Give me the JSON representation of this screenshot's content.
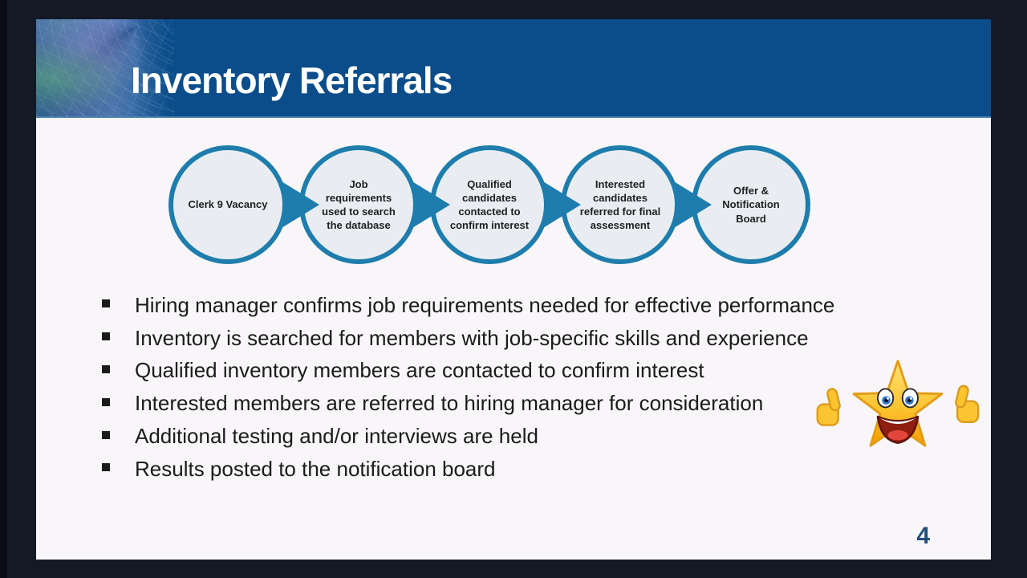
{
  "slide": {
    "title": "Inventory Referrals",
    "page_number": "4"
  },
  "diagram": {
    "steps": [
      {
        "label": "Clerk 9 Vacancy"
      },
      {
        "label": "Job requirements used to search the database"
      },
      {
        "label": "Qualified candidates contacted to confirm interest"
      },
      {
        "label": "Interested candidates referred for final assessment"
      },
      {
        "label": "Offer & Notification Board"
      }
    ]
  },
  "bullets": {
    "items": [
      "Hiring manager confirms job requirements needed for effective performance",
      "Inventory is searched for members with job-specific skills and experience",
      "Qualified inventory members are contacted to confirm interest",
      "Interested members are referred to hiring manager for consideration",
      "Additional testing and/or interviews are held",
      "Results posted to the notification board"
    ]
  },
  "icons": {
    "flow_arrow": "arrow-right-icon",
    "bullet": "square-bullet-icon",
    "emoticon": "star-with-thumbs-up",
    "header_graphic": "abstract-globe-collage"
  },
  "colors": {
    "frame_dark": "#141926",
    "header_blue": "#0a4d8a",
    "accent_teal": "#1e7dac",
    "circle_fill": "#e9edf1",
    "slide_background": "#f8f6f8",
    "body_text": "#1b1b1b",
    "page_number_blue": "#1f4e79",
    "star_yellow": "#fcc431"
  }
}
